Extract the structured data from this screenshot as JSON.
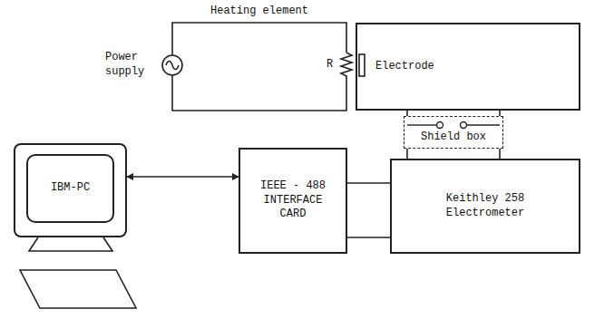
{
  "diagram": {
    "nodes": [
      {
        "text": [
          "IBM-PC"
        ]
      },
      {
        "text": [
          "IEEE - 488 INTERFACE CARD"
        ]
      },
      {
        "text": [
          "Keithley 258 Electrometer"
        ]
      },
      {
        "text": [
          "Electrode"
        ]
      },
      {
        "text": [
          "Shield box"
        ]
      }
    ],
    "edges": [
      {
        "from": 0,
        "to": 1,
        "arrow": "both"
      },
      {
        "from": 1,
        "to": 2,
        "arrow": "none"
      },
      {
        "from": 1,
        "to": 2,
        "arrow": "none"
      },
      {
        "from": 3,
        "to": 4,
        "arrow": "none"
      },
      {
        "from": 3,
        "to": 4,
        "arrow": "none"
      },
      {
        "from": 4,
        "to": 2,
        "arrow": "none"
      },
      {
        "from": 4,
        "to": 2,
        "arrow": "none"
      }
    ],
    "labels": [
      "Heating element",
      "Power supply",
      "R"
    ]
  }
}
